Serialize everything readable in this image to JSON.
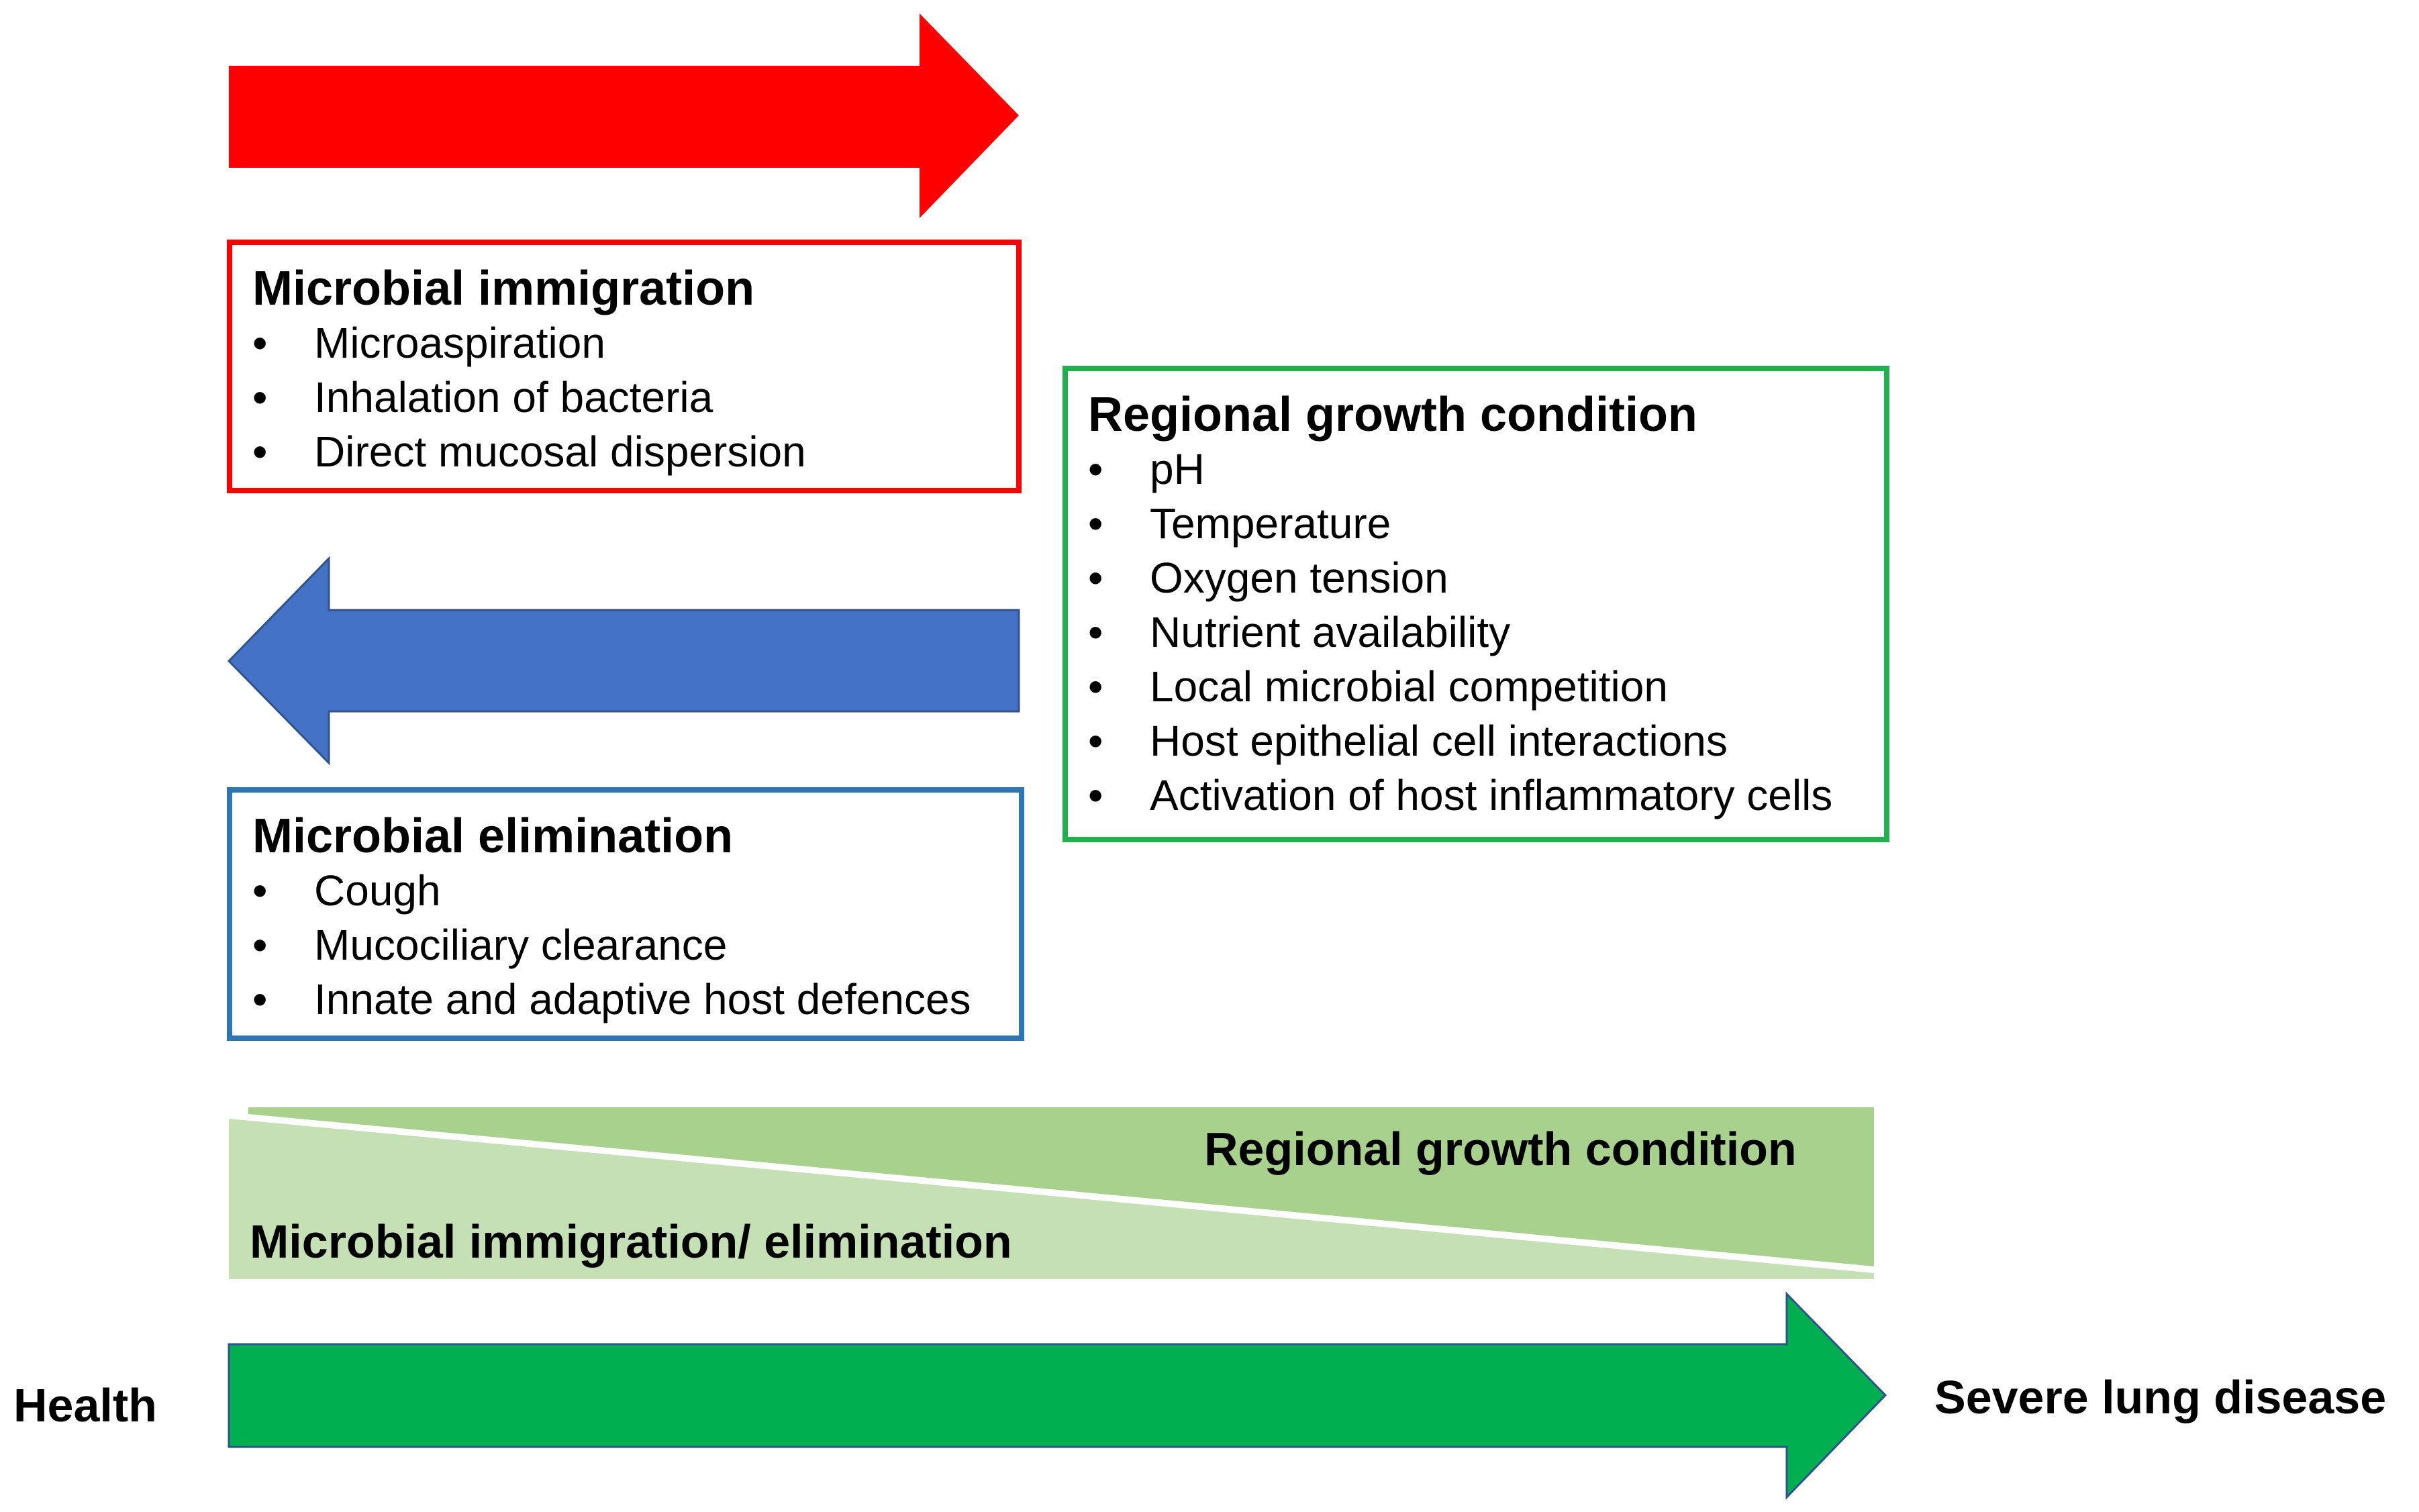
{
  "colors": {
    "immigration_arrow": "#ff0000",
    "elimination_arrow": "#4472c4",
    "progression_arrow": "#00b050",
    "band_dark": "#a9d18e",
    "band_light": "#c5e0b4",
    "immigration_border": "#ff0000",
    "elimination_border": "#2e75b6",
    "growth_border": "#21b14c"
  },
  "immigration": {
    "title": "Microbial immigration",
    "items": [
      "Microaspiration",
      "Inhalation of bacteria",
      "Direct mucosal dispersion"
    ]
  },
  "elimination": {
    "title": "Microbial elimination",
    "items": [
      "Cough",
      "Mucociliary clearance",
      "Innate and adaptive host defences"
    ]
  },
  "growth": {
    "title": "Regional growth condition",
    "items": [
      "pH",
      "Temperature",
      "Oxygen tension",
      "Nutrient availability",
      "Local microbial competition",
      "Host epithelial cell interactions",
      "Activation of host inflammatory cells"
    ]
  },
  "band": {
    "top_label": "Regional growth condition",
    "bottom_label": "Microbial immigration/ elimination"
  },
  "axis": {
    "start_label": "Health",
    "end_label": "Severe lung disease"
  },
  "bullet": "•"
}
